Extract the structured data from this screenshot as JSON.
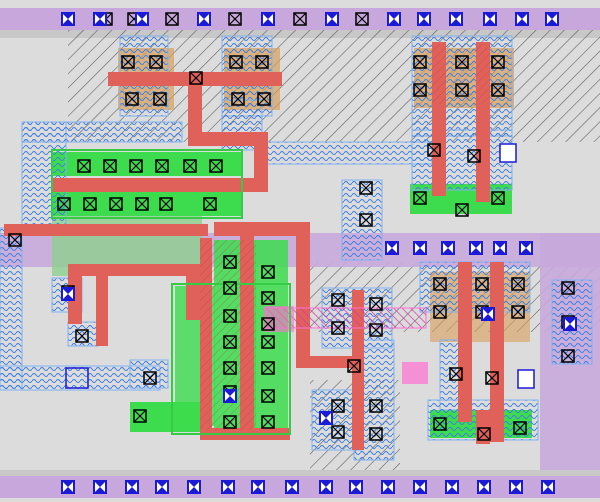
{
  "view": {
    "background": "#dcdcdc",
    "colors": {
      "power_rail": "#c8a8dc",
      "metal1": "#7fb2f0",
      "metal1_hatch": "#3f7fdf",
      "metal2_via_box": "#1b1bd6",
      "poly": "#e0605a",
      "diffusion": "#3cdc4e",
      "nwell_hatch": "#555555",
      "pdiff": "#d89e5a",
      "implant": "#ff6fd2",
      "contact": "#000000"
    }
  },
  "layers": [
    {
      "name": "power-rail",
      "color": "#c8a8dc"
    },
    {
      "name": "metal1",
      "color": "#7fb2f0"
    },
    {
      "name": "poly",
      "color": "#e0605a"
    },
    {
      "name": "active",
      "color": "#3cdc4e"
    },
    {
      "name": "nwell",
      "color": "#555555"
    },
    {
      "name": "implant",
      "color": "#ff6fd2"
    },
    {
      "name": "contact",
      "color": "#000000"
    },
    {
      "name": "via",
      "color": "#1b1bd6"
    }
  ]
}
